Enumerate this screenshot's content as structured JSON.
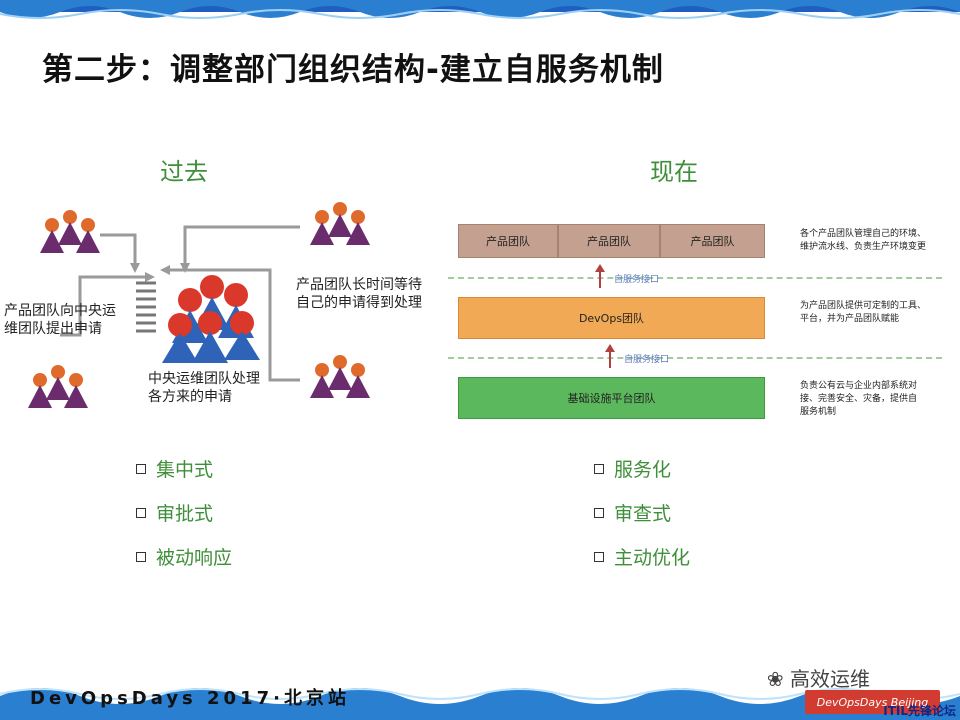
{
  "title": "第二步：调整部门组织结构-建立自服务机制",
  "past": {
    "heading": "过去",
    "note_left": [
      "产品团队向中央运",
      "维团队提出申请"
    ],
    "note_right": [
      "产品团队长时间等待",
      "自己的申请得到处理"
    ],
    "note_center": [
      "中央运维团队处理",
      "各方来的申请"
    ],
    "bullets": [
      "集中式",
      "审批式",
      "被动响应"
    ]
  },
  "now": {
    "heading": "现在",
    "product_teams": [
      "产品团队",
      "产品团队",
      "产品团队"
    ],
    "devops_label": "DevOps团队",
    "infra_label": "基础设施平台团队",
    "interface_1": "自服务接口",
    "interface_2": "自服务接口",
    "note_top": [
      "各个产品团队管理自己的环境、",
      "维护流水线、负责生产环境变更"
    ],
    "note_mid": [
      "为产品团队提供可定制的工具、",
      "平台，并为产品团队赋能"
    ],
    "note_bottom": [
      "负责公有云与企业内部系统对",
      "接、完善安全、灾备，提供自",
      "服务机制"
    ],
    "bullets": [
      "服务化",
      "审查式",
      "主动优化"
    ]
  },
  "footer": "DevOpsDays 2017·北京站",
  "watermark": "高效运维",
  "logo_text": "DevOpsDays Beijing",
  "corner_text": "ITIL先锋论坛",
  "colors": {
    "accent_green": "#3f8f3a",
    "brown": "#c3a08f",
    "orange": "#f2a955",
    "green": "#5cb85c",
    "wave": "#2b7fd1"
  }
}
